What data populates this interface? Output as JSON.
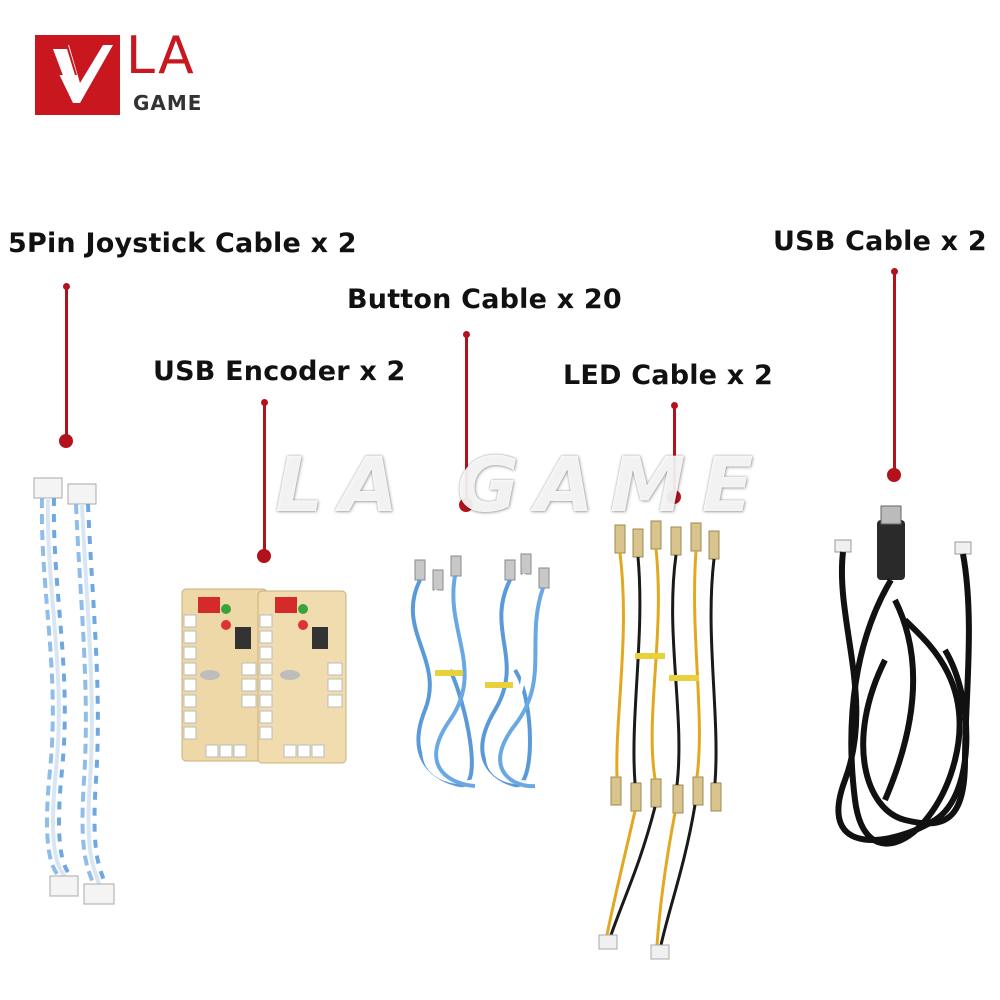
{
  "brand": {
    "logo_text": "LA",
    "logo_subtext": "GAME",
    "color": "#c8171e"
  },
  "watermark": "LA GAME",
  "items": [
    {
      "label": "5Pin Joystick Cable x 2"
    },
    {
      "label": "USB Encoder x 2"
    },
    {
      "label": "Button Cable x 20"
    },
    {
      "label": "LED Cable x 2"
    },
    {
      "label": "USB Cable x 2"
    }
  ],
  "colors": {
    "leader": "#b3121d",
    "blue_wire": "#5a9ad8",
    "yellow_wire": "#e2a820",
    "black_wire": "#1a1a1a",
    "pcb": "#eed8a8"
  }
}
